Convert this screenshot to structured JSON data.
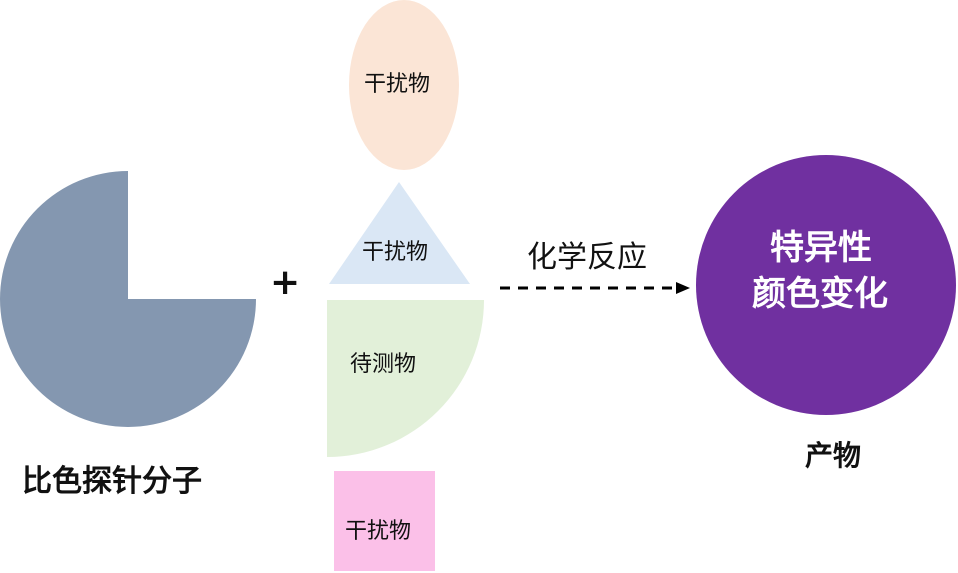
{
  "probe": {
    "label": "比色探针分子",
    "color": "#8497b0"
  },
  "plus": "+",
  "interferent_ellipse": {
    "label": "干扰物",
    "color": "#fbe5d6"
  },
  "interferent_triangle": {
    "label": "干扰物",
    "color": "#dae7f5"
  },
  "analyte": {
    "label": "待测物",
    "color": "#e2f0d9"
  },
  "interferent_square": {
    "label": "干扰物",
    "color": "#fbc0e8"
  },
  "reaction": {
    "label": "化学反应"
  },
  "product": {
    "line1": "特异性",
    "line2": "颜色变化",
    "label": "产物",
    "color": "#7030a0"
  }
}
